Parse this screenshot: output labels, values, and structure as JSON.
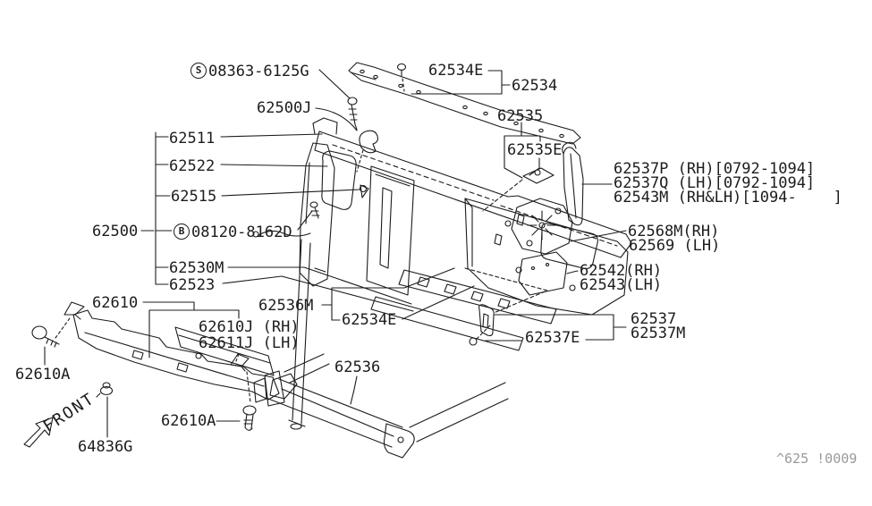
{
  "diagram": {
    "title_hint": "Front apron & radiator core support parts diagram",
    "line_color": "#1c1c1c",
    "bg_color": "#ffffff",
    "front_label": "FRONT",
    "footer_code": "^625 !0009",
    "labels": {
      "s_prefix": "S",
      "s_bolt": "08363-6125G",
      "clip_top": "62534E",
      "tie_bar": "62534",
      "stay_clip_upper": "62500J",
      "support_upper": "62535",
      "support_upper_clip": "62535E",
      "support_assy": "62500",
      "upper_member": "62511",
      "side_support_rh": "62522",
      "center_support": "62515",
      "b_prefix": "B",
      "b_bolt": "08120-8162D",
      "lower_support": "62530M",
      "side_support_lh": "62523",
      "side_stay_line1": "62537P (RH)[0792-1094]",
      "side_stay_line2": "62537Q (LH)[0792-1094]",
      "side_stay_line3": "62543M (RH&LH)[1094-    ]",
      "bracket_rh": "62568M(RH)",
      "bracket_lh": "62569 (LH)",
      "gusset_rh": "62542(RH)",
      "gusset_lh": "62543(LH)",
      "mask_lower": "62536M",
      "clip_lower": "62534E",
      "stay": "62537",
      "stay_assy": "62537M",
      "stay_clip": "62537E",
      "valance": "62610",
      "valance_clip_rh": "62610J (RH)",
      "valance_clip_lh": "62611J (LH)",
      "valance_bolt_left": "62610A",
      "valance_bolt_right": "62610A",
      "crossmember": "62536",
      "grommet": "64836G"
    }
  }
}
